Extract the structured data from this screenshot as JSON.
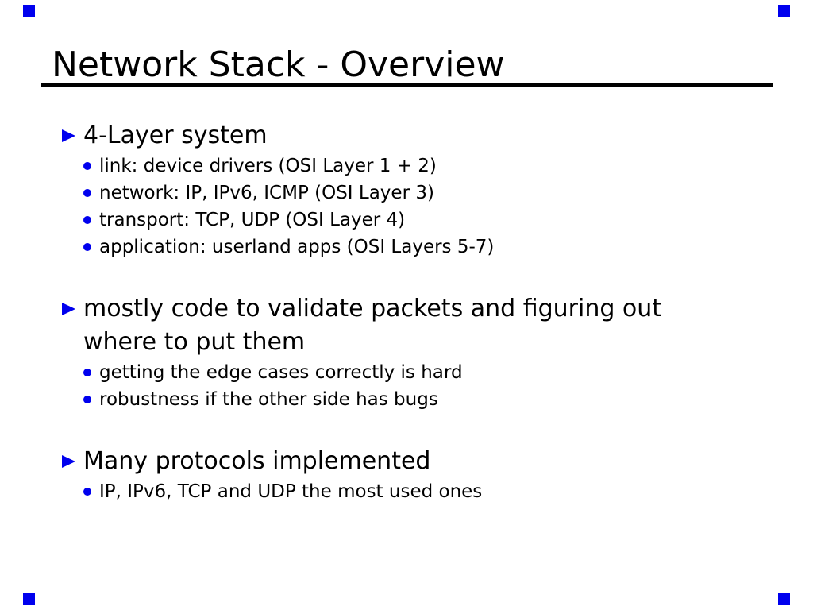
{
  "slide": {
    "title": "Network Stack - Overview",
    "accent_color": "#0000EE",
    "text_color": "#000000",
    "icons": {
      "main_bullet": "right-triangle",
      "sub_bullet": "dot",
      "corner_marker": "square"
    },
    "groups": [
      {
        "heading": "4-Layer system",
        "subitems": [
          "link: device drivers (OSI Layer 1 + 2)",
          "network: IP, IPv6, ICMP (OSI Layer 3)",
          "transport: TCP, UDP (OSI Layer 4)",
          "application: userland apps (OSI Layers 5-7)"
        ]
      },
      {
        "heading": "mostly code to validate packets and figuring out where to put them",
        "subitems": [
          "getting the edge cases correctly is hard",
          "robustness if the other side has bugs"
        ]
      },
      {
        "heading": "Many protocols implemented",
        "subitems": [
          "IP, IPv6, TCP and UDP the most used ones"
        ]
      }
    ]
  }
}
